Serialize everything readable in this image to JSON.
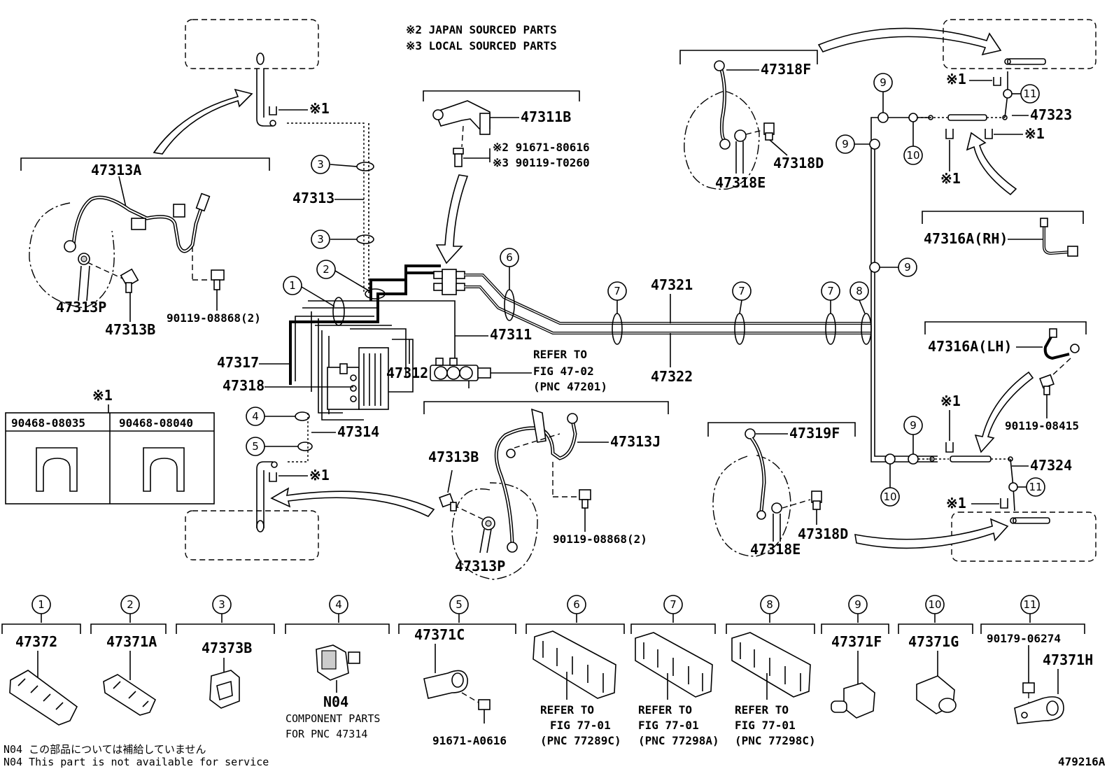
{
  "notes": {
    "note2": "※2 JAPAN SOURCED PARTS",
    "note3": "※3 LOCAL SOURCED PARTS",
    "n04_jp": "N04 この部品については補給していません",
    "n04_en": "N04 This part is not available for service",
    "figure_id": "479216A"
  },
  "symbols": {
    "star1": "※1"
  },
  "callouts": {
    "c47313A": "47313A",
    "c47313P_a": "47313P",
    "c47313B_a": "47313B",
    "c90119_08868_a": "90119-08868(2)",
    "c47313": "47313",
    "c47317": "47317",
    "c47318": "47318",
    "c47314": "47314",
    "c47312": "47312",
    "c47311": "47311",
    "c47311B": "47311B",
    "c91671_80616": "※2 91671-80616",
    "c90119_T0260": "※3 90119-T0260",
    "c47321": "47321",
    "c47322": "47322",
    "refer1": "REFER TO",
    "refer2": "FIG 47-02",
    "refer3": "(PNC 47201)",
    "c47313B_b": "47313B",
    "c47313J": "47313J",
    "c47313P_b": "47313P",
    "c90119_08868_b": "90119-08868(2)",
    "c47318F": "47318F",
    "c47318E_a": "47318E",
    "c47318D_a": "47318D",
    "c47323": "47323",
    "c47316A_RH": "47316A(RH)",
    "c47316A_LH": "47316A(LH)",
    "c90119_08415": "90119-08415",
    "c47324": "47324",
    "c47319F": "47319F",
    "c47318D_b": "47318D",
    "c47318E_b": "47318E"
  },
  "clip_table": {
    "headers": [
      "90468-08035",
      "90468-08040"
    ]
  },
  "legend": [
    {
      "num": "①",
      "part": "47372"
    },
    {
      "num": "②",
      "part": "47371A"
    },
    {
      "num": "③",
      "part": "47373B"
    },
    {
      "num": "④",
      "part": "N04",
      "desc1": "COMPONENT PARTS",
      "desc2": "FOR PNC 47314"
    },
    {
      "num": "⑤",
      "part": "47371C",
      "sub": "91671-A0616"
    },
    {
      "num": "⑥",
      "ref1": "REFER TO",
      "ref2": "FIG 77-01",
      "ref3": "(PNC 77289C)"
    },
    {
      "num": "⑦",
      "ref1": "REFER TO",
      "ref2": "FIG 77-01",
      "ref3": "(PNC 77298A)"
    },
    {
      "num": "⑧",
      "ref1": "REFER TO",
      "ref2": "FIG 77-01",
      "ref3": "(PNC 77298C)"
    },
    {
      "num": "⑨",
      "part": "47371F"
    },
    {
      "num": "⑩",
      "part": "47371G"
    },
    {
      "num": "⑪",
      "part": "47371H",
      "sub": "90179-06274"
    }
  ]
}
